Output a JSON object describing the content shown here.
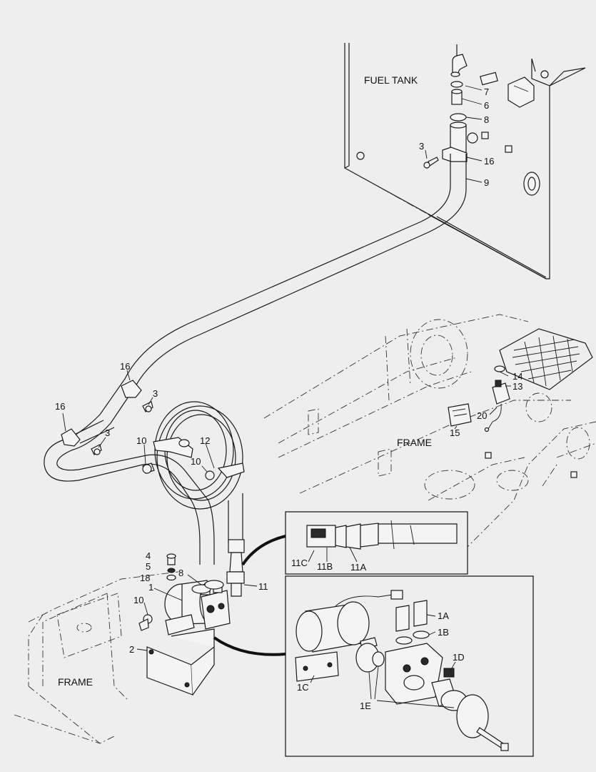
{
  "labels": {
    "fuel_tank": "FUEL TANK",
    "frame_right": "FRAME",
    "frame_left": "FRAME"
  },
  "callouts": {
    "p7": "7",
    "p6": "6",
    "p8a": "8",
    "p3a": "3",
    "p16a": "16",
    "p9": "9",
    "p16b": "16",
    "p3b": "3",
    "p16c": "16",
    "p3c": "3",
    "p10a": "10",
    "p12": "12",
    "p10b": "10",
    "p14": "14",
    "p13": "13",
    "p20": "20",
    "p15": "15",
    "p4": "4",
    "p5": "5",
    "p18": "18",
    "p8b": "8",
    "p1": "1",
    "p11": "11",
    "p10c": "10",
    "p2": "2",
    "p11c": "11C",
    "p11b": "11B",
    "p11a": "11A",
    "p1a": "1A",
    "p1b": "1B",
    "p1d": "1D",
    "p1c": "1C",
    "p1e": "1E"
  }
}
